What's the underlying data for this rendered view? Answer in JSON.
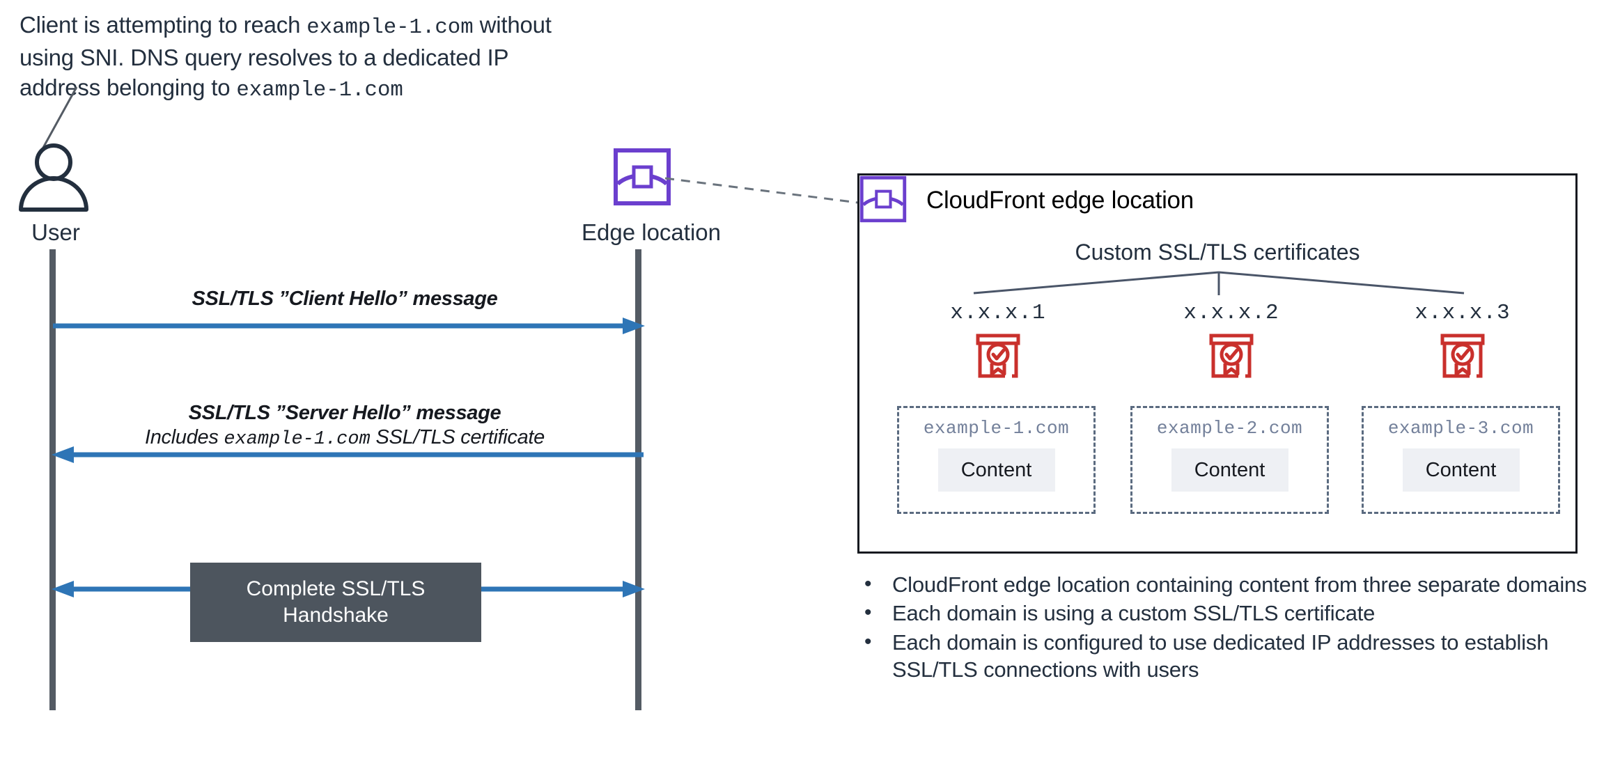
{
  "annotation": {
    "line1_a": "Client is attempting to reach ",
    "line1_mono": "example-1.com",
    "line1_b": " without",
    "line2": "using SNI.  DNS query resolves to a dedicated IP",
    "line3_a": "address belonging to ",
    "line3_mono": "example-1.com"
  },
  "actors": {
    "user": {
      "label": "User",
      "icon": "user-icon"
    },
    "edge": {
      "label": "Edge location",
      "icon": "cloudfront-edge-location-icon"
    }
  },
  "messages": [
    {
      "id": "client-hello",
      "label": "SSL/TLS ”Client Hello” message",
      "direction": "right"
    },
    {
      "id": "server-hello",
      "label": "SSL/TLS ”Server Hello” message",
      "sub_a": "Includes ",
      "sub_mono": "example-1.com",
      "sub_b": "  SSL/TLS certificate",
      "direction": "left"
    },
    {
      "id": "complete-handshake",
      "label_line1": "Complete SSL/TLS",
      "label_line2": "Handshake",
      "direction": "both"
    }
  ],
  "cloudfront_panel": {
    "title": "CloudFront edge location",
    "icon": "cloudfront-edge-location-icon",
    "subtitle": "Custom SSL/TLS certificates",
    "columns": [
      {
        "ip": "x.x.x.1",
        "cert_icon": "certificate-icon",
        "domain": "example-1.com",
        "content": "Content"
      },
      {
        "ip": "x.x.x.2",
        "cert_icon": "certificate-icon",
        "domain": "example-2.com",
        "content": "Content"
      },
      {
        "ip": "x.x.x.3",
        "cert_icon": "certificate-icon",
        "domain": "example-3.com",
        "content": "Content"
      }
    ]
  },
  "bullets": {
    "marker": "•",
    "items": [
      "CloudFront edge location containing content from three separate domains",
      "Each domain is using a custom SSL/TLS certificate",
      "Each domain is configured to use dedicated IP addresses to establish SSL/TLS connections with users"
    ]
  },
  "colors": {
    "ink": "#232f3e",
    "purple": "#6b3fce",
    "red": "#c9302c",
    "arrow_blue": "#2e75b6",
    "lifeline_gray": "#545b64",
    "handshake_fill": "#4d555e",
    "dashed_border": "#5b6b80",
    "content_chip": "#eef0f4",
    "domain_text": "#73809a"
  }
}
